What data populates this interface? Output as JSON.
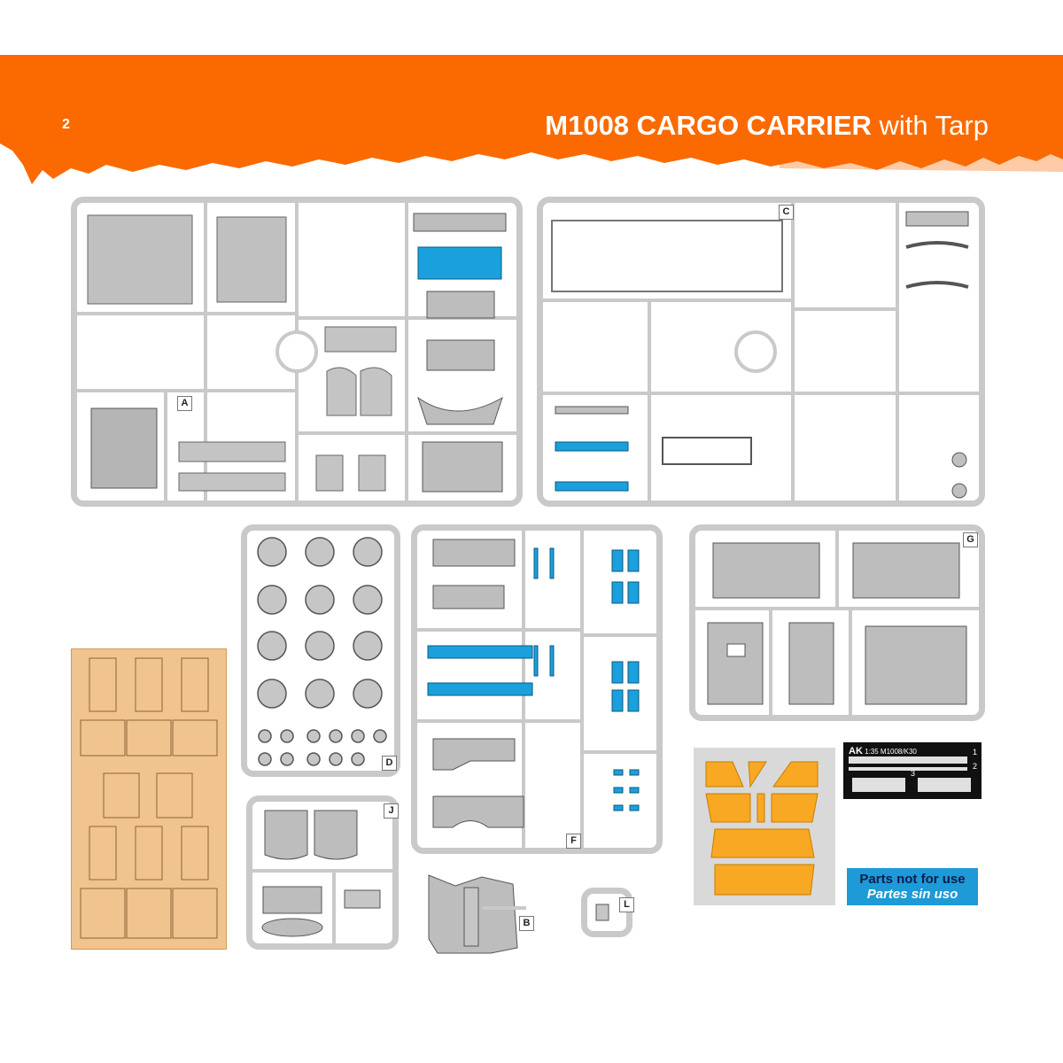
{
  "header": {
    "page_number": "2",
    "title_bold": "M1008 CARGO CARRIER",
    "title_light": " with Tarp",
    "accent_color": "#fa6a00"
  },
  "sprues": [
    {
      "letter": "A",
      "color": "#c9c9c9"
    },
    {
      "letter": "C",
      "color": "#c9c9c9"
    },
    {
      "letter": "D",
      "color": "#c9c9c9"
    },
    {
      "letter": "F",
      "color": "#c9c9c9"
    },
    {
      "letter": "G",
      "color": "#c9c9c9"
    },
    {
      "letter": "J",
      "color": "#c9c9c9"
    },
    {
      "letter": "B",
      "color": "#c9c9c9"
    },
    {
      "letter": "L",
      "color": "#c9c9c9"
    }
  ],
  "photo_etch": {
    "brand": "AK",
    "label": "1:35 M1008/K30",
    "numbers": [
      "1",
      "2",
      "3"
    ]
  },
  "note": {
    "line1": "Parts not for use",
    "line2": "Partes sin uso",
    "color": "#1e9ad6"
  },
  "highlight_color": "#1aa0dc",
  "clear_part_color": "#f9a823"
}
